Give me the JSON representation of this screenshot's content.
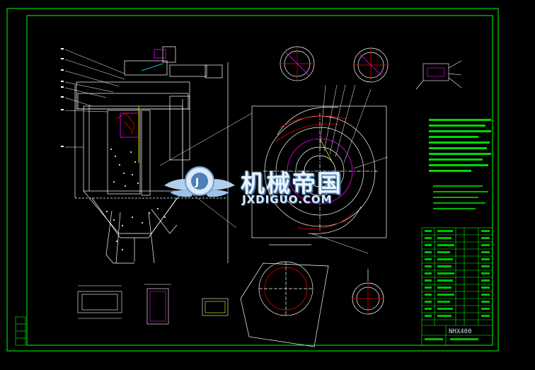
{
  "watermark": {
    "cn": "机械帝国",
    "en": "JXDIGUO.COM"
  },
  "title_block": {
    "model": "NHX400"
  },
  "colors": {
    "frame": "#00ff00",
    "line": "#ffffff",
    "accent": "#ff0000",
    "magenta": "#ff00ff",
    "cyan": "#00ffff",
    "yellow": "#ffff00",
    "watermark": "#e8f4ff"
  }
}
